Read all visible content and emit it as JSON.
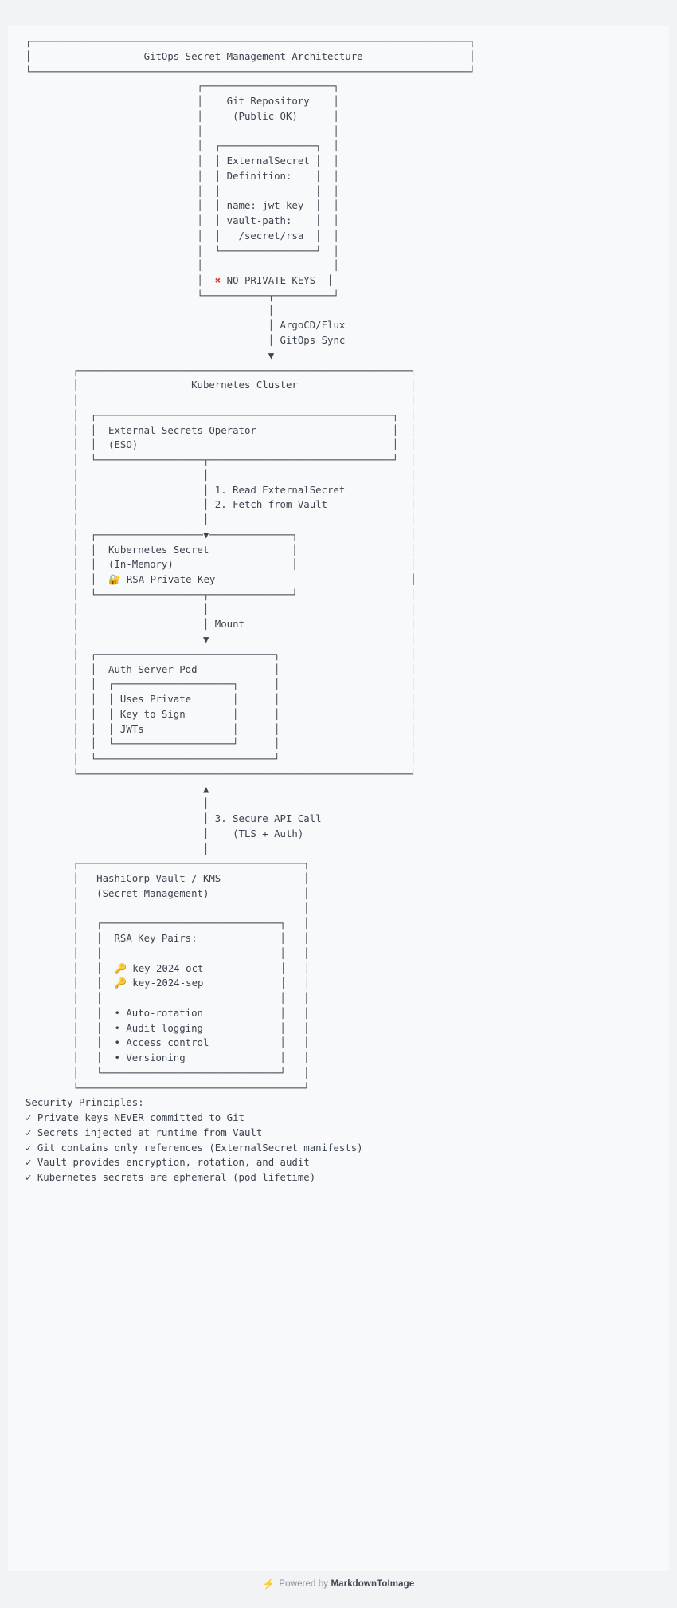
{
  "document": {
    "title": "GitOps Secret Management Architecture",
    "background_color": "#f2f3f5",
    "sheet_color": "#f8f9fb",
    "text_color": "#3c4450",
    "accent_error_color": "#e0403b"
  },
  "title_box": {
    "lines": [
      "┌──────────────────────────────────────────────────────────────────────────┐",
      "│                   GitOps Secret Management Architecture                  │",
      "└──────────────────────────────────────────────────────────────────────────┘"
    ],
    "label": "GitOps Secret Management Architecture"
  },
  "diagram": {
    "git_repository": {
      "title": "Git Repository",
      "subtitle": "(Public OK)",
      "inner_box_title": "ExternalSecret",
      "inner_box_subtitle": "Definition:",
      "fields": [
        "name: jwt-key",
        "vault-path:",
        "/secret/rsa"
      ],
      "warning_icon": "cross-mark-icon",
      "warning_icon_glyph": "✖",
      "warning_text": "NO PRIVATE KEYS"
    },
    "sync_arrow": {
      "label_line_1": "ArgoCD/Flux",
      "label_line_2": "GitOps Sync",
      "arrow_glyph": "▼"
    },
    "kubernetes_cluster": {
      "title": "Kubernetes Cluster",
      "eso": {
        "title": "External Secrets Operator",
        "subtitle": "(ESO)"
      },
      "eso_steps": [
        "1. Read ExternalSecret",
        "2. Fetch from Vault"
      ],
      "kubernetes_secret": {
        "title": "Kubernetes Secret",
        "subtitle": "(In-Memory)",
        "icon": "closed-lock-with-key-icon",
        "icon_glyph": "🔐",
        "item": "RSA Private Key"
      },
      "mount_label": "Mount",
      "auth_server_pod": {
        "title": "Auth Server Pod",
        "inner_lines": [
          "Uses Private",
          "Key to Sign",
          "JWTs"
        ]
      }
    },
    "api_call": {
      "arrow_glyph": "▲",
      "label_line_1": "3. Secure API Call",
      "label_line_2": "(TLS + Auth)"
    },
    "vault": {
      "title": "HashiCorp Vault / KMS",
      "subtitle": "(Secret Management)",
      "key_pairs_title": "RSA Key Pairs:",
      "key_icon": "key-icon",
      "key_icon_glyph": "🔑",
      "keys": [
        "key-2024-oct",
        "key-2024-sep"
      ],
      "features": [
        "Auto-rotation",
        "Audit logging",
        "Access control",
        "Versioning"
      ],
      "bullet_glyph": "•"
    }
  },
  "ascii_art": {
    "block": [
      "                             ┌──────────────────────┐",
      "                             │    Git Repository    │",
      "                             │     (Public OK)      │",
      "                             │                      │",
      "                             │  ┌────────────────┐  │",
      "                             │  │ ExternalSecret │  │",
      "                             │  │ Definition:    │  │",
      "                             │  │                │  │",
      "                             │  │ name: jwt-key  │  │",
      "                             │  │ vault-path:    │  │",
      "                             │  │   /secret/rsa  │  │",
      "                             │  └────────────────┘  │",
      "                             │                      │",
      "                             │  ❌ NO PRIVATE KEYS  │",
      "                             └───────────┬──────────┘",
      "                                         │",
      "                                         │ ArgoCD/Flux",
      "                                         │ GitOps Sync",
      "                                         ▼",
      "        ┌────────────────────────────────────────────────────────┐",
      "        │                   Kubernetes Cluster                   │",
      "        │                                                        │",
      "        │  ┌──────────────────────────────────────────────────┐  │",
      "        │  │  External Secrets Operator                       │  │",
      "        │  │  (ESO)                                           │  │",
      "        │  └──────────────────┬───────────────────────────────┘  │",
      "        │                     │                                  │",
      "        │                     │ 1. Read ExternalSecret           │",
      "        │                     │ 2. Fetch from Vault              │",
      "        │                     │                                  │",
      "        │  ┌──────────────────▼──────────────┐                   │",
      "        │  │  Kubernetes Secret              │                   │",
      "        │  │  (In-Memory)                    │                   │",
      "        │  │  🔐 RSA Private Key             │                   │",
      "        │  └──────────────────┬──────────────┘                   │",
      "        │                     │                                  │",
      "        │                     │ Mount                            │",
      "        │                     ▼                                  │",
      "        │  ┌──────────────────────────────┐                      │",
      "        │  │  Auth Server Pod             │                      │",
      "        │  │  ┌────────────────────┐      │                      │",
      "        │  │  │ Uses Private       │      │                      │",
      "        │  │  │ Key to Sign        │      │                      │",
      "        │  │  │ JWTs               │      │                      │",
      "        │  │  └────────────────────┘      │                      │",
      "        │  └──────────────────────────────┘                      │",
      "        └────────────────────────────────────────────────────────┘",
      "                              ▲",
      "                              │",
      "                              │ 3. Secure API Call",
      "                              │    (TLS + Auth)",
      "                              │",
      "        ┌──────────────────────────────────────┐",
      "        │   HashiCorp Vault / KMS              │",
      "        │   (Secret Management)                │",
      "        │                                      │",
      "        │   ┌──────────────────────────────┐   │",
      "        │   │  RSA Key Pairs:              │   │",
      "        │   │                              │   │",
      "        │   │  🔑 key-2024-oct             │   │",
      "        │   │  🔑 key-2024-sep             │   │",
      "        │   │                              │   │",
      "        │   │  • Auto-rotation             │   │",
      "        │   │  • Audit logging             │   │",
      "        │   │  • Access control            │   │",
      "        │   │  • Versioning                │   │",
      "        │   └──────────────────────────────┘   │",
      "        └──────────────────────────────────────┘"
    ]
  },
  "security_principles": {
    "heading": "Security Principles:",
    "check_glyph": "✓",
    "items": [
      "Private keys NEVER committed to Git",
      "Secrets injected at runtime from Vault",
      "Git contains only references (ExternalSecret manifests)",
      "Vault provides encryption, rotation, and audit",
      "Kubernetes secrets are ephemeral (pod lifetime)"
    ]
  },
  "footer": {
    "icon": "lightning-bolt-icon",
    "icon_glyph": "⚡",
    "prefix": "Powered by ",
    "brand": "MarkdownToImage"
  }
}
